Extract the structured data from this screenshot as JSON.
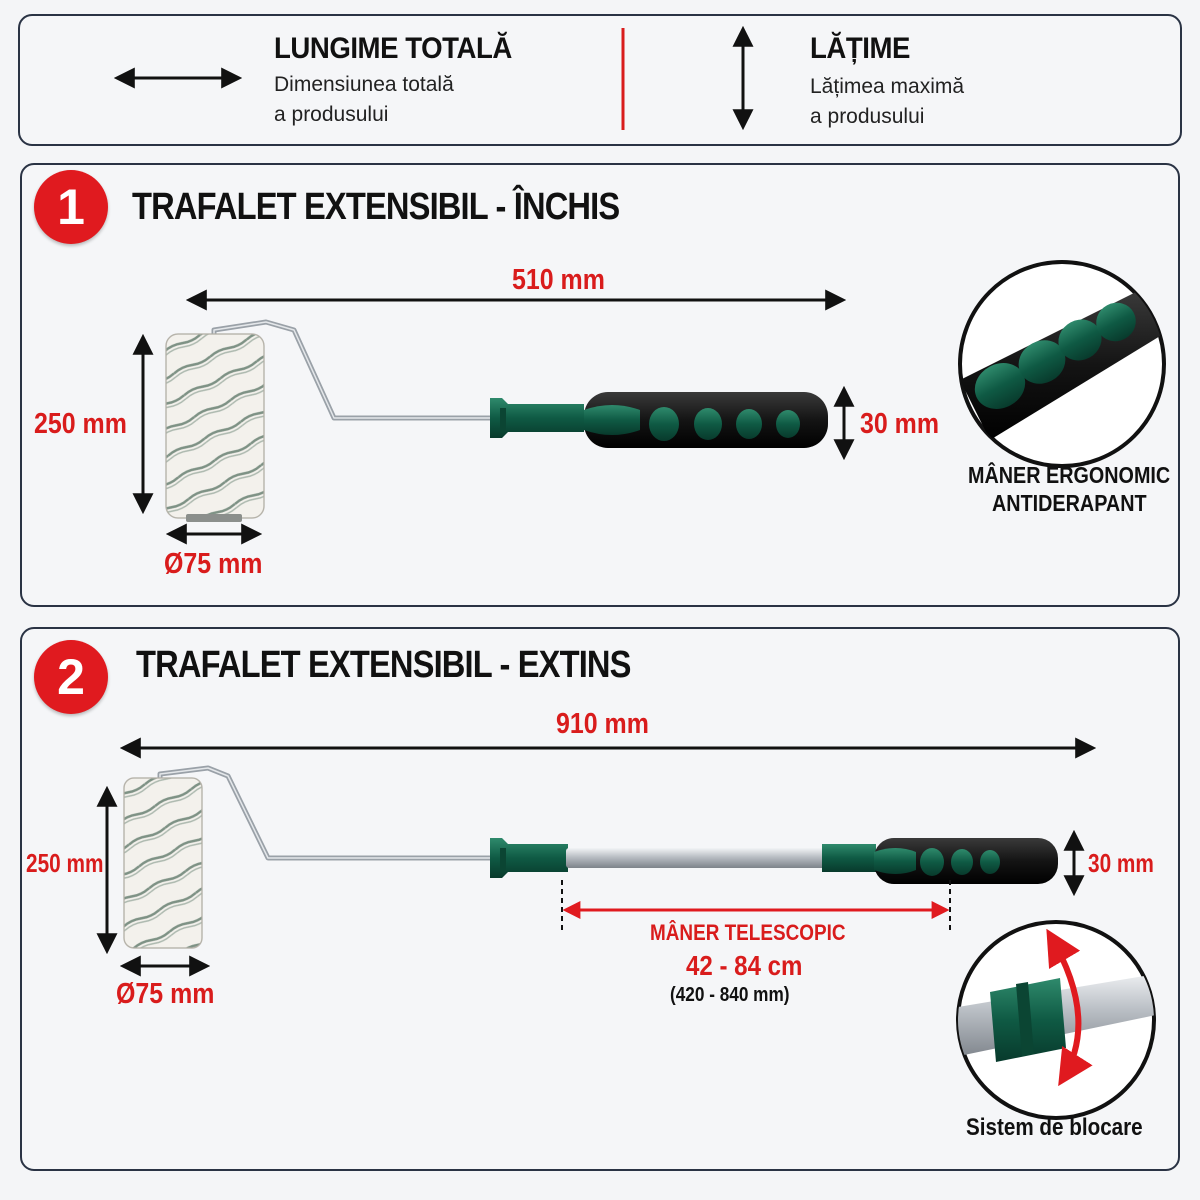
{
  "legend": {
    "length_title": "LUNGIME TOTALĂ",
    "length_desc_line1": "Dimensiunea totală",
    "length_desc_line2": "a produsului",
    "width_title": "LĂȚIME",
    "width_desc_line1": "Lățimea maximă",
    "width_desc_line2": "a produsului",
    "length_icon": "horizontal-double-arrow",
    "width_icon": "vertical-double-arrow"
  },
  "section1": {
    "number": "1",
    "title": "TRAFALET EXTENSIBIL - ÎNCHIS",
    "total_length": "510 mm",
    "roller_length": "250 mm",
    "handle_width": "30 mm",
    "roller_diameter": "Ø75 mm",
    "callout_line1": "MÂNER ERGONOMIC",
    "callout_line2": "ANTIDERAPANT"
  },
  "section2": {
    "number": "2",
    "title": "TRAFALET EXTENSIBIL - EXTINS",
    "total_length": "910 mm",
    "roller_length": "250 mm",
    "handle_width": "30 mm",
    "roller_diameter": "Ø75 mm",
    "telescopic_label": "MÂNER TELESCOPIC",
    "telescopic_range_cm": "42 - 84 cm",
    "telescopic_range_mm": "(420 - 840 mm)",
    "lock_label": "Sistem de blocare"
  },
  "colors": {
    "accent_red": "#e01a1f",
    "handle_green": "#0f5a44",
    "grip_black": "#111111"
  }
}
